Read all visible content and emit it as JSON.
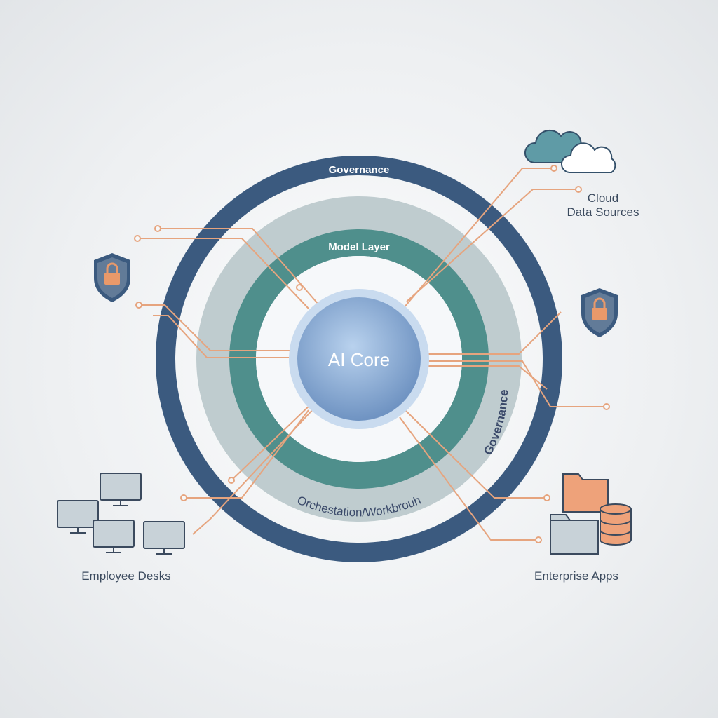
{
  "core": {
    "label": "AI Core"
  },
  "rings": {
    "governance_top": "Governance",
    "model_layer": "Model Layer",
    "governance_side": "Governance",
    "orchestration": "Orchestation/Workbrouh"
  },
  "nodes": {
    "cloud_line1": "Cloud",
    "cloud_line2": "Data Sources",
    "employee_desks": "Employee Desks",
    "enterprise_apps": "Enterprise Apps"
  },
  "colors": {
    "outer_ring": "#3b5a7f",
    "middle_ring": "#bfcccf",
    "model_ring": "#4f8f8c",
    "connector": "#e6a47e",
    "core": "#8fb0d8",
    "text": "#3b4a5e"
  }
}
